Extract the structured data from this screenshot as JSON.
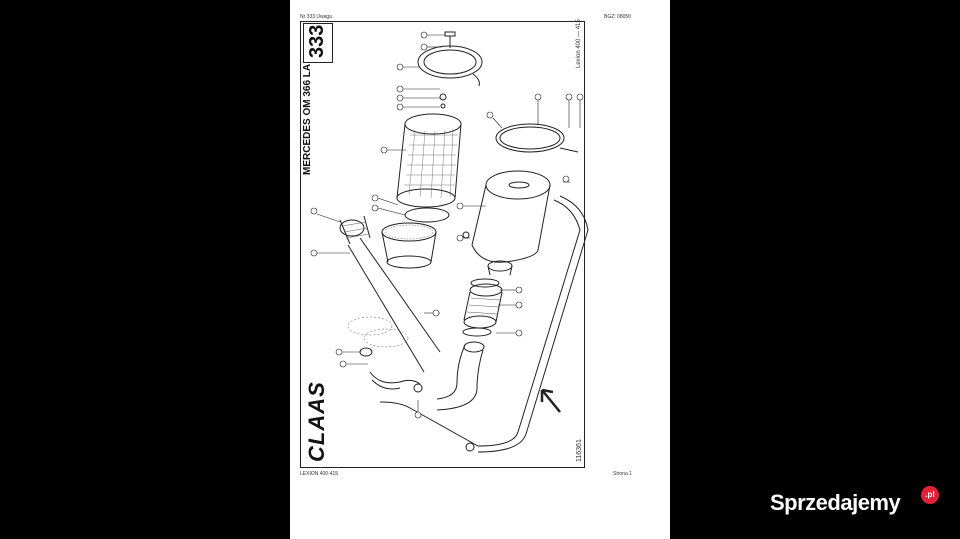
{
  "header": {
    "left": "Nr 333   Uwaga",
    "right": "BGZ: 08050"
  },
  "page_number": "333",
  "model_title": "MERCEDES OM 366 LA",
  "lexion_range": "Lexion 400 — 415",
  "brand_logo": "CLAAS",
  "figure_number": "116361",
  "footer": {
    "left": "LEXION 400-415",
    "right": "Strona 1"
  },
  "watermark": {
    "text": "Sprzedajemy",
    "badge": ".pl"
  }
}
